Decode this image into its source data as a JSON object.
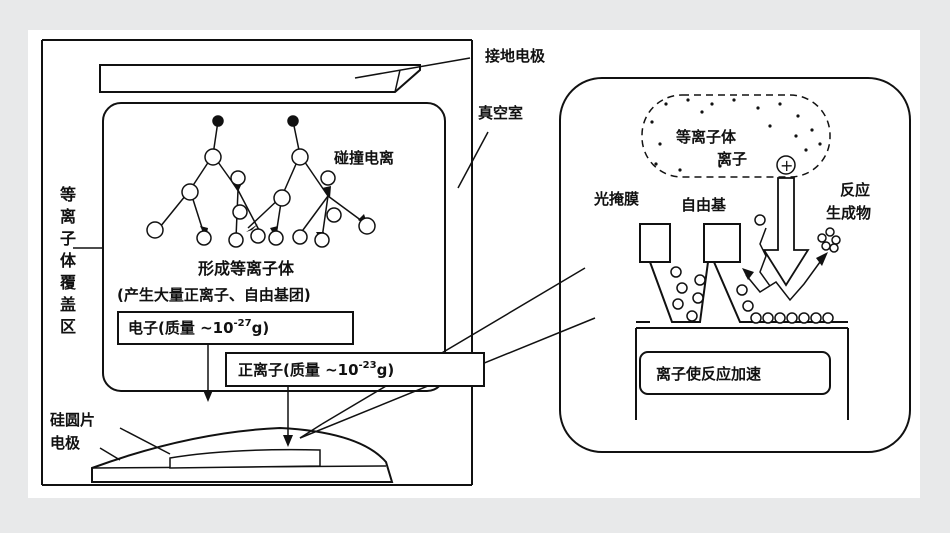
{
  "labels": {
    "ground_electrode": "接地电极",
    "vacuum_chamber": "真空室",
    "collision_ionization": "碰撞电离",
    "plasma_coverage": [
      "等",
      "离",
      "子",
      "体",
      "覆",
      "盖",
      "区"
    ],
    "form_plasma": "形成等离子体",
    "form_plasma_sub": "(产生大量正离子、自由基团)",
    "electron_prefix": "电子(质量 ~10",
    "electron_exp": "-27",
    "electron_suffix": "g)",
    "ion_prefix": "正离子(质量 ~10",
    "ion_exp": "-23",
    "ion_suffix": "g)",
    "wafer_electrode_1": "硅圆片",
    "wafer_electrode_2": "电极",
    "plasma_1": "等离子体",
    "plasma_2": "离子",
    "plus_sign": "+",
    "photomask": "光掩膜",
    "free_radical": "自由基",
    "product_1": "反应",
    "product_2": "生成物",
    "ion_accel": "离子使反应加速"
  },
  "colors": {
    "background": "#e8e9ea",
    "panel": "#ffffff",
    "ink": "#111111"
  }
}
